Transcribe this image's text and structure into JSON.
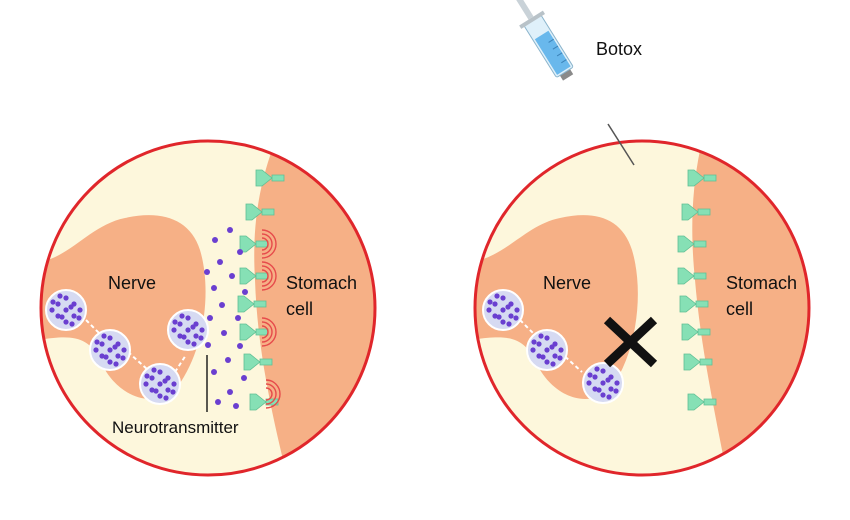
{
  "left_panel": {
    "nerve_label": "Nerve",
    "cell_label_line1": "Stomach",
    "cell_label_line2": "cell",
    "neurotransmitter_label": "Neurotransmitter"
  },
  "right_panel": {
    "nerve_label": "Nerve",
    "cell_label_line1": "Stomach",
    "cell_label_line2": "cell",
    "syringe_label": "Botox"
  },
  "colors": {
    "circle_border": "#e0262b",
    "background_fill": "#fdf7dc",
    "tissue": "#f6b086",
    "vesicle": "#d6daf2",
    "neurotransmitter_dot": "#6a3fd0",
    "receptor": "#86e0b5",
    "signal_ring": "#e64b4b",
    "block_mark": "#111111",
    "syringe_liquid": "#69b8ec"
  }
}
